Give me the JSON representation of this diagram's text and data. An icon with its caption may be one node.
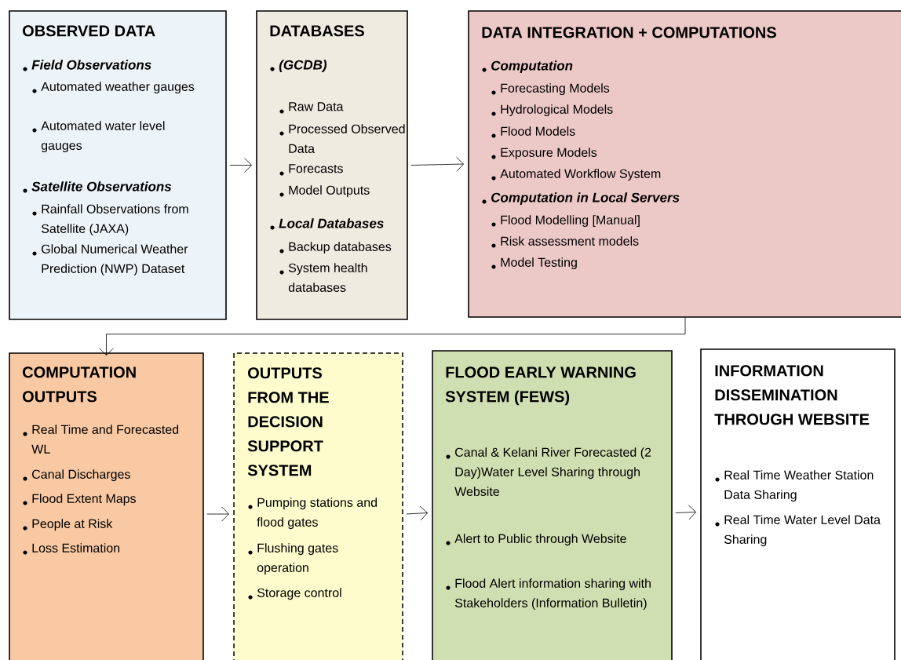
{
  "diagram": {
    "nodes": [
      {
        "text": [
          "OBSERVED DATA",
          "Field Observations",
          "Automated weather gauges",
          "Automated water level gauges",
          "Satellite Observations",
          "Rainfall Observations from Satellite (JAXA)",
          "Global Numerical Weather Prediction (NWP) Dataset"
        ]
      },
      {
        "text": [
          "DATABASES",
          "(GCDB)",
          "Raw Data",
          "Processed Observed Data",
          "Forecasts",
          "Model Outputs",
          "Local Databases",
          "Backup databases",
          "System health databases"
        ]
      },
      {
        "text": [
          "DATA INTEGRATION + COMPUTATIONS",
          "Computation",
          "Forecasting Models",
          "Hydrological Models",
          "Flood Models",
          "Exposure Models",
          "Automated Workflow System",
          "Computation in Local Servers",
          "Flood Modelling [Manual]",
          "Risk assessment models",
          "Model Testing"
        ]
      },
      {
        "text": [
          "COMPUTATION OUTPUTS",
          "Real Time and Forecasted WL",
          "Canal Discharges",
          "Flood Extent Maps",
          "People at Risk",
          "Loss Estimation"
        ]
      },
      {
        "text": [
          "OUTPUTS FROM THE DECISION SUPPORT SYSTEM",
          "Pumping stations and flood gates",
          "Flushing gates operation",
          "Storage control"
        ]
      },
      {
        "text": [
          "FLOOD EARLY WARNING SYSTEM (FEWS)",
          "Canal & Kelani River Forecasted (2 Day)Water Level Sharing through Website",
          "Alert to Public through Website",
          "Flood Alert information sharing with Stakeholders (Information Bulletin)"
        ]
      },
      {
        "text": [
          "INFORMATION DISSEMINATION THROUGH WEBSITE",
          "Real Time Weather Station Data Sharing",
          "Real Time Water Level Data Sharing"
        ]
      }
    ],
    "edges": [
      {
        "from": 0,
        "to": 1,
        "arrow": "to"
      },
      {
        "from": 1,
        "to": 2,
        "arrow": "to"
      },
      {
        "from": 2,
        "to": 3,
        "arrow": "to"
      },
      {
        "from": 3,
        "to": 4,
        "arrow": "to"
      },
      {
        "from": 4,
        "to": 5,
        "arrow": "to"
      },
      {
        "from": 5,
        "to": 6,
        "arrow": "to"
      }
    ]
  }
}
